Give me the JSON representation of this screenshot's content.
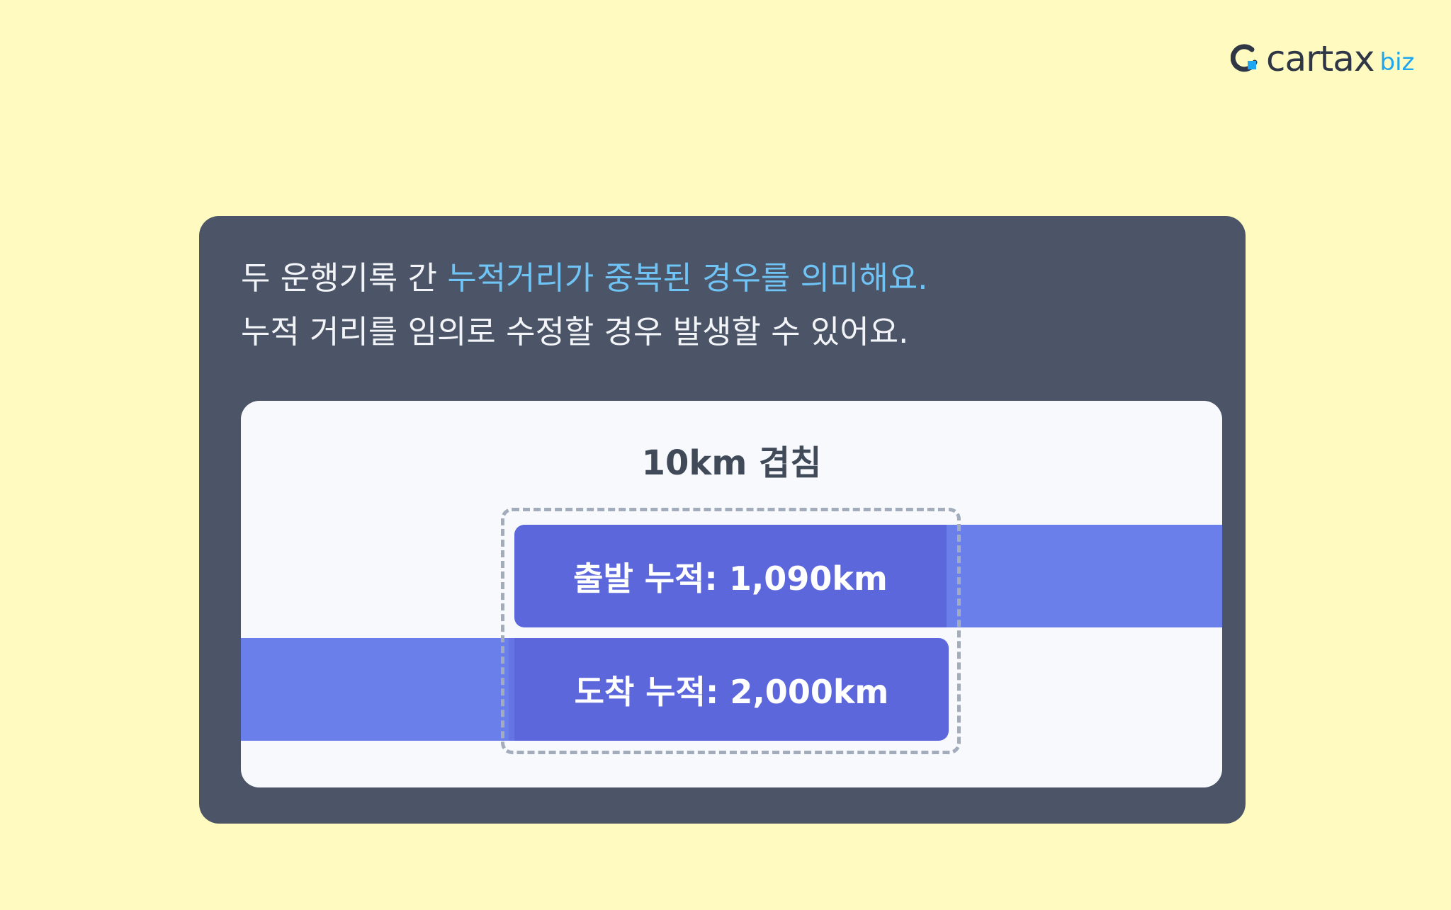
{
  "logo": {
    "word": "cartax",
    "suffix": "biz",
    "brand_color": "#2F3746",
    "suffix_color": "#1EA7F0"
  },
  "card": {
    "line1_prefix": "두 운행기록 간 ",
    "line1_highlight": "누적거리가 중복된 경우를 의미해요.",
    "line2": "누적 거리를 임의로 수정할 경우 발생할 수 있어요.",
    "highlight_color": "#6FC3F5"
  },
  "diagram": {
    "overlap_label": "10km 겹침",
    "departure_label": "출발 누적: 1,090km",
    "arrival_label": "도착 누적: 2,000km",
    "bar_color": "#6A7FEA",
    "overlap_bar_color": "#5C67DB"
  }
}
